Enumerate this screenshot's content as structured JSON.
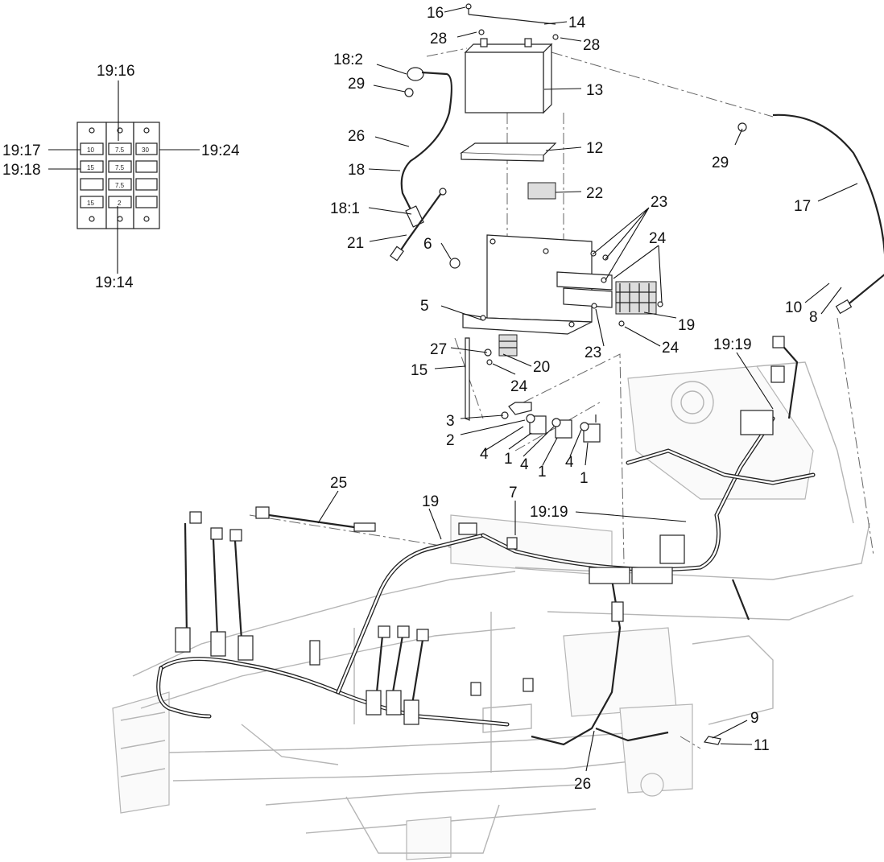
{
  "callouts": {
    "c16": "16",
    "c14": "14",
    "c28a": "28",
    "c28b": "28",
    "c18_2": "18:2",
    "c13": "13",
    "c29a": "29",
    "c26a": "26",
    "c12": "12",
    "c18": "18",
    "c22": "22",
    "c18_1": "18:1",
    "c21": "21",
    "c6": "6",
    "c23a": "23",
    "c24a": "24",
    "c29b": "29",
    "c17": "17",
    "c10": "10",
    "c8": "8",
    "c5": "5",
    "c19a": "19",
    "c23b": "23",
    "c24b": "24",
    "c27": "27",
    "c20": "20",
    "c15": "15",
    "c24c": "24",
    "c19_19a": "19:19",
    "c3": "3",
    "c2": "2",
    "c4a": "4",
    "c1a": "1",
    "c4b": "4",
    "c1b": "1",
    "c4c": "4",
    "c1c": "1",
    "c25": "25",
    "c19b": "19",
    "c7": "7",
    "c19_19b": "19:19",
    "c9": "9",
    "c11": "11",
    "c26b": "26",
    "c19_16": "19:16",
    "c19_17": "19:17",
    "c19_18": "19:18",
    "c19_24": "19:24",
    "c19_14": "19:14"
  },
  "fuse_block": {
    "ratings": [
      "10",
      "7.5",
      "30",
      "15",
      "7.5",
      "7.5",
      "15",
      "2"
    ]
  }
}
